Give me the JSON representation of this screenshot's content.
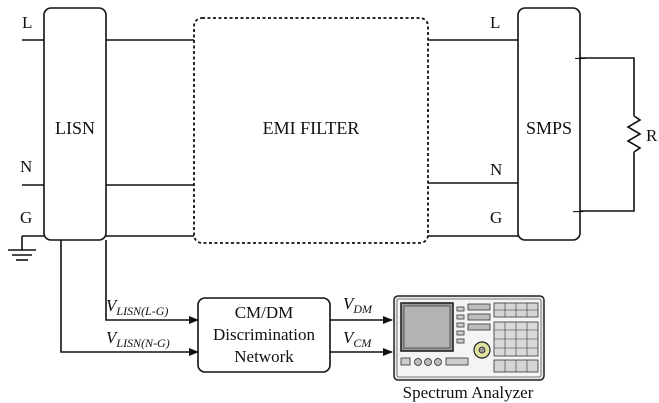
{
  "blocks": {
    "lisn": "LISN",
    "emi_filter": "EMI FILTER",
    "smps": "SMPS",
    "network": [
      "CM/DM",
      "Discrimination",
      "Network"
    ],
    "analyzer": "Spectrum Analyzer"
  },
  "terminals": {
    "left_l": "L",
    "left_n": "N",
    "left_g": "G",
    "right_l": "L",
    "right_n": "N",
    "right_g": "G",
    "plus": "+",
    "minus": "−",
    "load": "R"
  },
  "signals": {
    "v_lg_main": "V",
    "v_lg_sub": "LISN(L-G)",
    "v_ng_main": "V",
    "v_ng_sub": "LISN(N-G)",
    "v_dm_main": "V",
    "v_dm_sub": "DM",
    "v_cm_main": "V",
    "v_cm_sub": "CM"
  }
}
